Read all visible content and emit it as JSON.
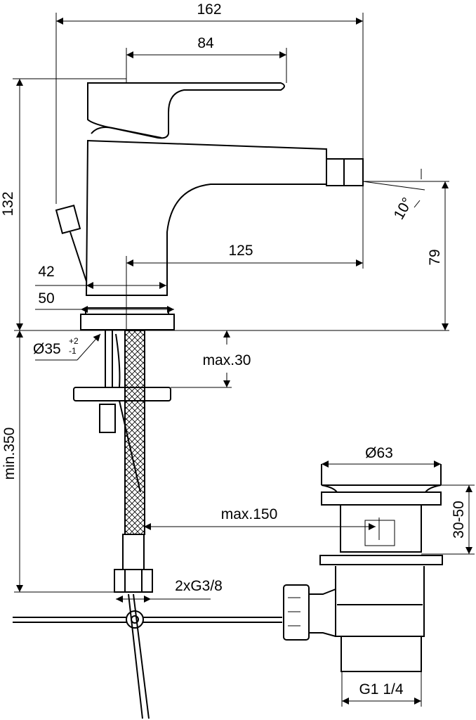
{
  "drawing": {
    "dimensions": {
      "overall_width": "162",
      "lever_length": "84",
      "height": "132",
      "spout_reach": "125",
      "base_width_top": "42",
      "base_width": "50",
      "spout_height": "79",
      "spout_angle": "10°",
      "hole_diameter": "Ø35",
      "hole_tol_plus": "+2",
      "hole_tol_minus": "-1",
      "max_deck_thickness": "max.30",
      "min_hose_length": "min.350",
      "max_rod_distance": "max.150",
      "waste_diameter": "Ø63",
      "waste_height": "30-50",
      "connections": "2xG3/8",
      "waste_thread": "G1 1/4"
    }
  }
}
